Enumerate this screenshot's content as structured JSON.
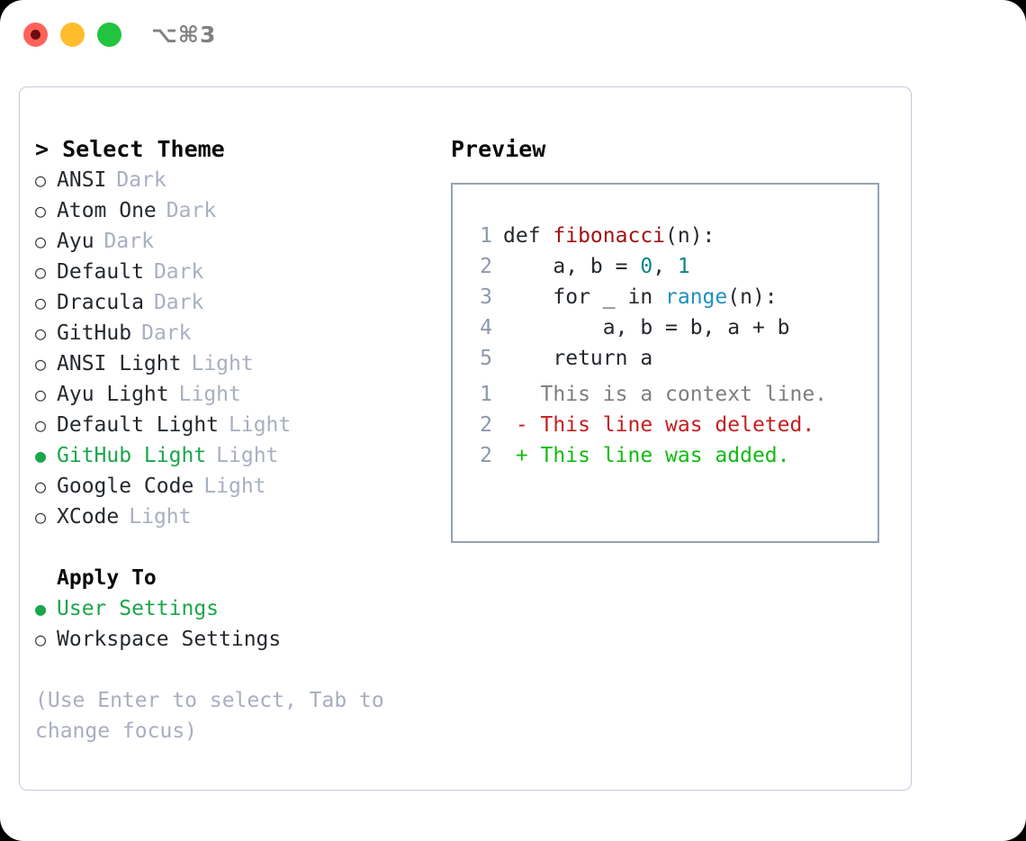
{
  "window": {
    "shortcut": "⌥⌘3",
    "traffic_lights": [
      {
        "name": "close-button",
        "color": "#ff6259"
      },
      {
        "name": "minimize-button",
        "color": "#ffbd2e"
      },
      {
        "name": "maximize-button",
        "color": "#22c33f"
      }
    ]
  },
  "theme_picker": {
    "heading": "> Select Theme",
    "selected_glyph": "●",
    "unselected_glyph": "○",
    "items": [
      {
        "name": "ANSI",
        "variant": "Dark",
        "selected": false
      },
      {
        "name": "Atom One",
        "variant": "Dark",
        "selected": false
      },
      {
        "name": "Ayu",
        "variant": "Dark",
        "selected": false
      },
      {
        "name": "Default",
        "variant": "Dark",
        "selected": false
      },
      {
        "name": "Dracula",
        "variant": "Dark",
        "selected": false
      },
      {
        "name": "GitHub",
        "variant": "Dark",
        "selected": false
      },
      {
        "name": "ANSI Light",
        "variant": "Light",
        "selected": false
      },
      {
        "name": "Ayu Light",
        "variant": "Light",
        "selected": false
      },
      {
        "name": "Default Light",
        "variant": "Light",
        "selected": false
      },
      {
        "name": "GitHub Light",
        "variant": "Light",
        "selected": true
      },
      {
        "name": "Google Code",
        "variant": "Light",
        "selected": false
      },
      {
        "name": "XCode",
        "variant": "Light",
        "selected": false
      }
    ]
  },
  "apply_to": {
    "heading": "Apply To",
    "options": [
      {
        "label": "User Settings",
        "selected": true
      },
      {
        "label": "Workspace Settings",
        "selected": false
      }
    ]
  },
  "hint": "(Use Enter to select, Tab to change focus)",
  "preview": {
    "heading": "Preview",
    "code_lines": [
      {
        "number": "1",
        "tokens": [
          {
            "text": "def ",
            "type": "plain"
          },
          {
            "text": "fibonacci",
            "type": "func"
          },
          {
            "text": "(n):",
            "type": "plain"
          }
        ]
      },
      {
        "number": "2",
        "tokens": [
          {
            "text": "    a, b = ",
            "type": "plain"
          },
          {
            "text": "0",
            "type": "num"
          },
          {
            "text": ", ",
            "type": "plain"
          },
          {
            "text": "1",
            "type": "num"
          }
        ]
      },
      {
        "number": "3",
        "tokens": [
          {
            "text": "    for _ in ",
            "type": "plain"
          },
          {
            "text": "range",
            "type": "call"
          },
          {
            "text": "(n):",
            "type": "plain"
          }
        ]
      },
      {
        "number": "4",
        "tokens": [
          {
            "text": "        a, b = b, a + b",
            "type": "plain"
          }
        ]
      },
      {
        "number": "5",
        "tokens": [
          {
            "text": "    return a",
            "type": "plain"
          }
        ]
      }
    ],
    "diff_lines": [
      {
        "number": "1",
        "marker": " ",
        "text": "This is a context line.",
        "kind": "ctx"
      },
      {
        "number": "2",
        "marker": "-",
        "text": "This line was deleted.",
        "kind": "del"
      },
      {
        "number": "2",
        "marker": "+",
        "text": "This line was added.",
        "kind": "add"
      }
    ]
  },
  "colors": {
    "accent_green": "#1aa64b",
    "tag_gray": "#a8b0c0",
    "hint_gray": "#a8aec0",
    "line_number": "#8d99ab",
    "panel_border": "#c6cad8",
    "preview_border": "#94a3b4",
    "syntax_function": "#a01414",
    "syntax_number": "#0d8585",
    "syntax_call": "#1f8fc4",
    "diff_context": "#7e7e7e",
    "diff_deleted": "#c22020",
    "diff_added": "#12bb12"
  }
}
